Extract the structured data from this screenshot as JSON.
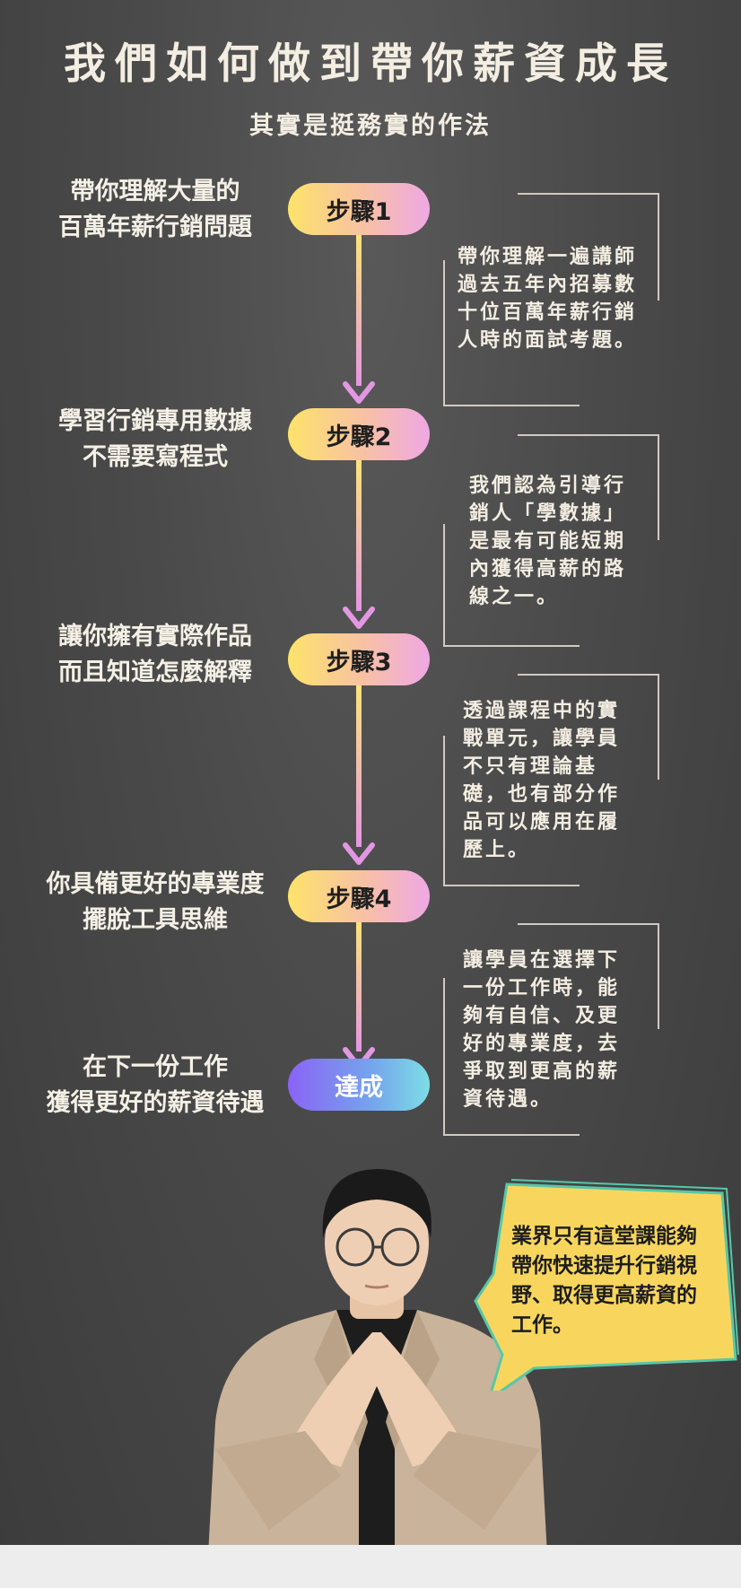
{
  "title": "我們如何做到帶你薪資成長",
  "subtitle": "其實是挺務實的作法",
  "steps": [
    {
      "pill": "步驟1",
      "label": [
        "帶你理解大量的",
        "百萬年薪行銷問題"
      ],
      "desc": [
        "帶你理解一遍講師",
        "過去五年內招募數",
        "十位百萬年薪行銷",
        "人時的面試考題。"
      ]
    },
    {
      "pill": "步驟2",
      "label": [
        "學習行銷專用數據",
        "不需要寫程式"
      ],
      "desc": [
        "我們認為引導行",
        "銷人「學數據」",
        "是最有可能短期",
        "內獲得高薪的路",
        "線之一。"
      ]
    },
    {
      "pill": "步驟3",
      "label": [
        "讓你擁有實際作品",
        "而且知道怎麼解釋"
      ],
      "desc": [
        "透過課程中的實",
        "戰單元，讓學員",
        "不只有理論基",
        "礎，也有部分作",
        "品可以應用在履",
        "歷上。"
      ]
    },
    {
      "pill": "步驟4",
      "label": [
        "你具備更好的專業度",
        "擺脫工具思維"
      ],
      "desc": [
        "讓學員在選擇下",
        "一份工作時，能",
        "夠有自信、及更",
        "好的專業度，去",
        "爭取到更高的薪",
        "資待遇。"
      ]
    },
    {
      "pill": "達成",
      "label": [
        "在下一份工作",
        "獲得更好的薪資待遇"
      ]
    }
  ],
  "bubble": [
    "業界只有這堂課能夠",
    "帶你快速提升行銷視",
    "野、取得更高薪資的",
    "工作。"
  ],
  "colors": {
    "background": "#4a4a4a",
    "pill_warm": "#fde36a",
    "pill_pink": "#efa8e4",
    "pill_final": "#8a63f5",
    "arrow": "#e49be0",
    "bubble": "#f8d65e"
  }
}
